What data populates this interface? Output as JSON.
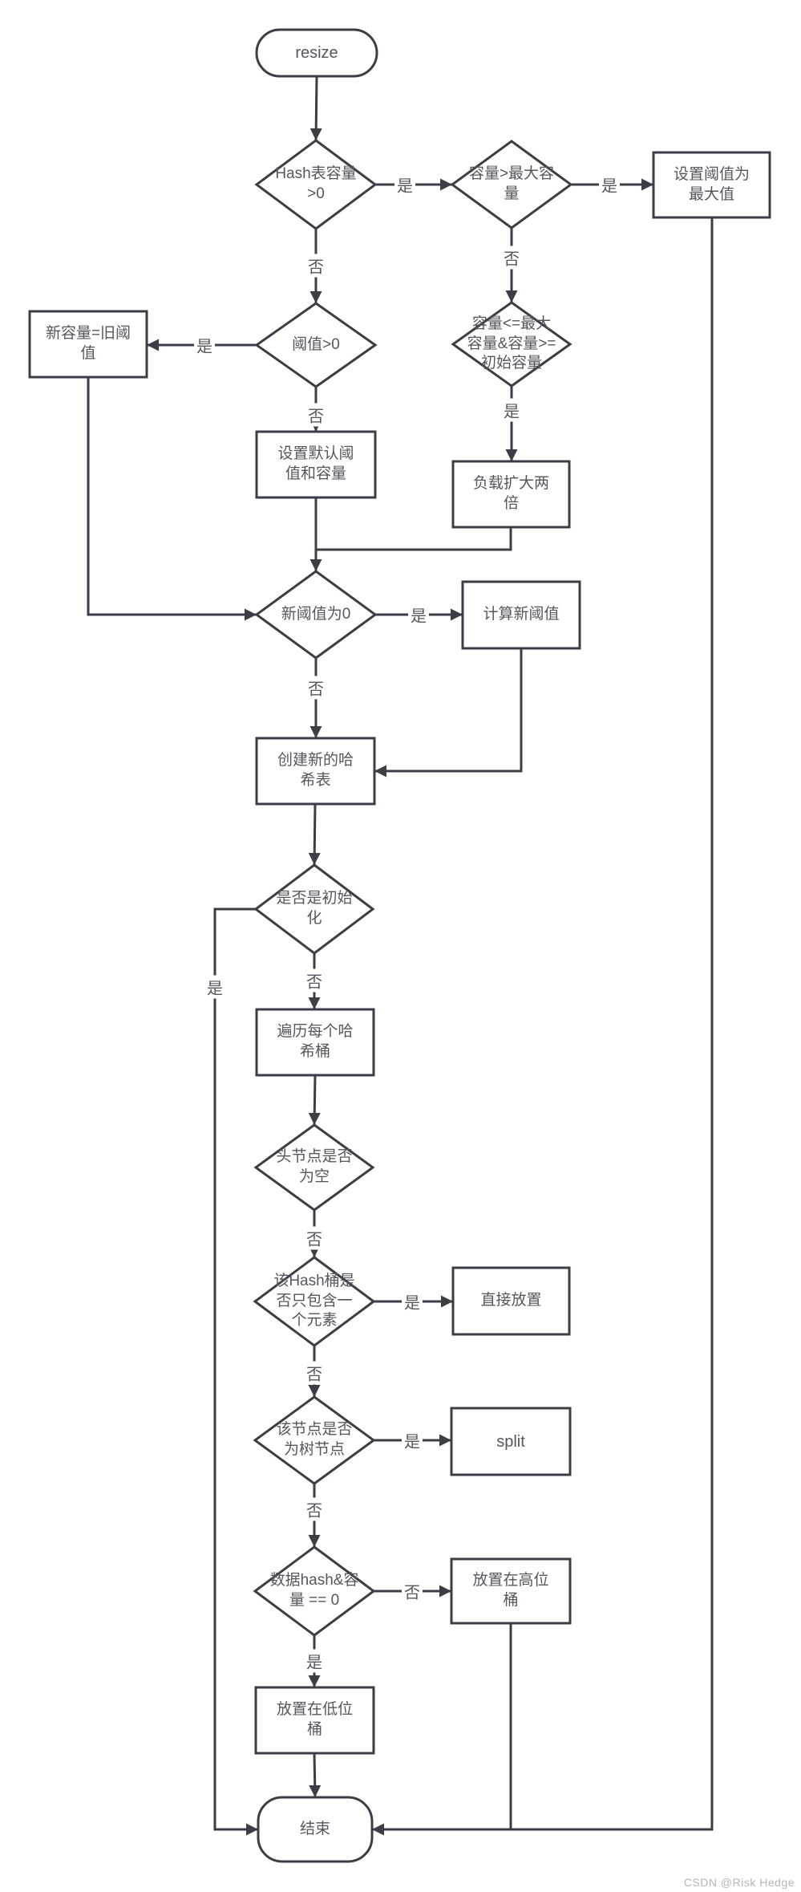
{
  "watermark": "CSDN @Risk Hedge",
  "labels": {
    "yes": "是",
    "no": "否"
  },
  "nodes": {
    "start": {
      "label": "resize"
    },
    "hash_capacity_gt0": {
      "label": "Hash表容量\n>0"
    },
    "capacity_gt_max": {
      "label": "容量>最大容\n量"
    },
    "set_threshold_max": {
      "label": "设置阈值为\n最大值"
    },
    "threshold_gt0": {
      "label": "阈值>0"
    },
    "newcap_old_threshold": {
      "label": "新容量=旧阈\n值"
    },
    "cap_range_check": {
      "label": "容量<=最大\n容量&容量>=\n初始容量"
    },
    "set_default": {
      "label": "设置默认阈\n值和容量"
    },
    "double_load": {
      "label": "负载扩大两\n倍"
    },
    "new_threshold_zero": {
      "label": "新阈值为0"
    },
    "calc_new_threshold": {
      "label": "计算新阈值"
    },
    "create_table": {
      "label": "创建新的哈\n希表"
    },
    "is_init": {
      "label": "是否是初始\n化"
    },
    "iterate_buckets": {
      "label": "遍历每个哈\n希桶"
    },
    "head_is_null": {
      "label": "头节点是否\n为空"
    },
    "single_element": {
      "label": "该Hash桶是\n否只包含一\n个元素"
    },
    "direct_place": {
      "label": "直接放置"
    },
    "is_tree_node": {
      "label": "该节点是否\n为树节点"
    },
    "split": {
      "label": "split"
    },
    "hash_and_cap": {
      "label": "数据hash&容\n量 == 0"
    },
    "high_bucket": {
      "label": "放置在高位\n桶"
    },
    "low_bucket": {
      "label": "放置在低位\n桶"
    },
    "end": {
      "label": "结束"
    }
  }
}
